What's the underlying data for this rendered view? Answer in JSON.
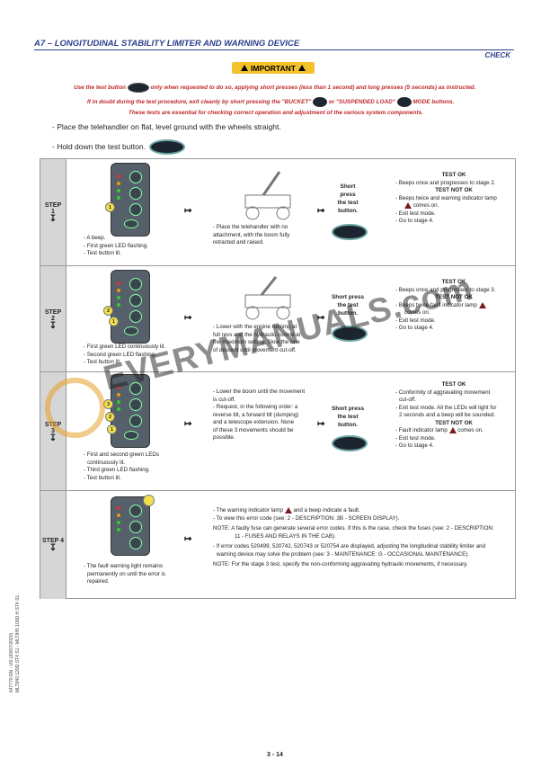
{
  "header": {
    "title": "A7 – LONGITUDINAL STABILITY LIMITER AND WARNING DEVICE",
    "check": "CHECK",
    "important": "IMPORTANT"
  },
  "warnings": {
    "line1a": "Use the test button",
    "line1b": "only when requested to do so, applying short presses (less than 1 second) and long presses (5 seconds) as instructed.",
    "line2a": "If in doubt during the test procedure, exit cleanly by short pressing the \"BUCKET\"",
    "line2b": "or \"SUSPENDED LOAD\"",
    "line2c": "MODE buttons.",
    "line3": "These tests are essential for checking correct operation and adjustment of the various system components."
  },
  "intro": {
    "line1": "- Place the telehandler on flat, level ground with the wheels straight.",
    "line2": "- Hold down the test button."
  },
  "steps": [
    {
      "label": "STEP",
      "num": "1",
      "left": [
        "- A beep.",
        "- First green LED flashing.",
        "- Test button lit."
      ],
      "middle": [
        "- Place the telehandler with no",
        "attachment, with the boom fully",
        "retracted and raised."
      ],
      "press": [
        "Short",
        "press",
        "the test",
        "button."
      ],
      "result": {
        "ok_head": "TEST OK",
        "ok": [
          "- Beeps once and progresses to stage 2."
        ],
        "notok_head": "TEST NOT OK",
        "notok": [
          "- Beeps twice and warning indicator lamp",
          "comes on.",
          "- Exit test mode.",
          "- Go to stage 4."
        ]
      }
    },
    {
      "label": "STEP",
      "num": "2",
      "left": [
        "- First green LED continuously lit.",
        "- Second green LED flashing.",
        "- Test button lit."
      ],
      "middle": [
        "- Lower with the engine running at",
        "full revs and the hydraulic control at",
        "the maximum setting. Slow the rate",
        "of descent until movement cut-off."
      ],
      "press": [
        "Short press",
        "the test",
        "button."
      ],
      "result": {
        "ok_head": "TEST OK",
        "ok": [
          "- Beeps once and progresses to stage 3."
        ],
        "notok_head": "TEST NOT OK",
        "notok": [
          "- Beeps twice fault indicator lamp",
          "comes on.",
          "- Exit test mode.",
          "- Go to stage 4."
        ]
      }
    },
    {
      "label": "STEP",
      "num": "3",
      "left": [
        "- First and second green LEDs",
        "continuously lit.",
        "- Third green LED flashing.",
        "- Test button lit."
      ],
      "middle": [
        "- Lower the boom until the movement",
        "is cut-off.",
        "- Request, in the following order: a",
        "reverse tilt, a forward tilt (dumping)",
        "and a telescope extension. None",
        "of these 3 movements should be",
        "possible."
      ],
      "press": [
        "Short press",
        "the test",
        "button."
      ],
      "result": {
        "ok_head": "TEST OK",
        "ok": [
          "- Conformity of aggravating movement",
          "cut-off.",
          "- Exit test mode. All the LEDs will light for",
          "2 seconds and a beep will be sounded."
        ],
        "notok_head": "TEST NOT OK",
        "notok": [
          "- Fault indicator lamp",
          "comes on.",
          "- Exit test mode.",
          "- Go to stage 4."
        ]
      }
    },
    {
      "label": "STEP 4",
      "left": [
        "- The fault warning light remains",
        "permanently on until the error is",
        "repaired."
      ],
      "notes": [
        "- The warning indicator lamp",
        "and a beep indicate a fault.",
        "- To view this error code (see: 2 - DESCRIPTION: 3B - SCREEN DISPLAY).",
        "NOTE: A faulty fuse can generate several error codes. If this is the case, check the fuses (see: 2 - DESCRIPTION:",
        "11 - FUSES AND RELAYS IN THE CAB).",
        "- If error codes 520499, 520742, 520743 or 520754 are displayed, adjusting the longitudinal stability limiter and",
        "warning device may solve the problem (see: 3 - MAINTENANCE: G - OCCASIONAL MAINTENANCE).",
        "NOTE: For the stage 3 test, specify the non-conforming aggravating hydraulic movements, if necessary."
      ]
    }
  ],
  "markers": [
    "1",
    "2",
    "1",
    "3",
    "2",
    "1"
  ],
  "watermark": "EVERYMANUALS.com",
  "sidenote": [
    "647770 EN - US (20/07/2020)",
    "MLT840 120D ST4 S1 - MLT845 100D H ST4 S1"
  ],
  "page": "3 - 14"
}
